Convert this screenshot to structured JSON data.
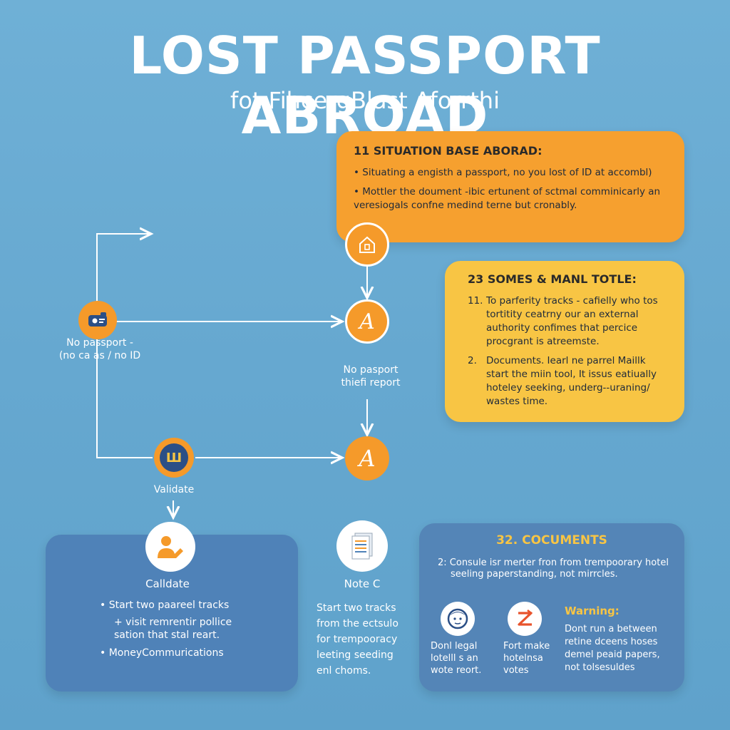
{
  "header": {
    "title": "LOST PASSPORT ABROAD",
    "subtitle": "fot FihcergBlast Aforrthi"
  },
  "situation_card": {
    "heading": "11 SITUATION BASE ABORAD:",
    "bullets": [
      "• Situating a engisth a passport, no you lost of ID at accombl)",
      "• Mottler the doument -ibic ertunent of sctmal comminicarly an veresiogals confne medind terne but cronably."
    ]
  },
  "tools_card": {
    "heading": "23 SOMES & MANL TOTLE:",
    "items": [
      {
        "num": "11.",
        "text": "To parferity tracks - cafielly who tos tortitity ceatrny our an external authority confimes that percice procgrant is atreemste."
      },
      {
        "num": "2.",
        "text": "Documents. Iearl ne parrel Maillk start the miin tool, It issus eatiually hoteley seeking, underg--uraning/ wastes time."
      }
    ]
  },
  "flow": {
    "no_passport_label_line1": "No passport -",
    "no_passport_label_line2": "(no ca as / no ID",
    "theft_report_line1": "No pasport",
    "theft_report_line2": "thiefi report",
    "validate_label": "Validate",
    "icon_a1": "A",
    "icon_a2": "A",
    "stamp_icon_text": "Ш"
  },
  "left_card": {
    "title": "Calldate",
    "items": [
      "• Start two paareel tracks",
      "+ visit remrentir pollice sation that stal reart.",
      "• MoneyCommurications"
    ]
  },
  "note_c": {
    "title": "Note C",
    "lines": [
      "Start two tracks",
      "from the ectsulo",
      "for trempooracy",
      "leeting seeding",
      "enl choms."
    ]
  },
  "documents_card": {
    "heading": "32. COCUMENTS",
    "line1": "2: Consule isr merter fron from trempoorary hotel",
    "line2": "seeling paperstanding, not mirrcles.",
    "col1_line1": "Donl legal",
    "col1_line2": "lotelll s an",
    "col1_line3": "wote reort.",
    "col2_line1": "Fort make",
    "col2_line2": "hotelnsa",
    "col2_line3": "votes",
    "warning_label": "Warning:",
    "warning_line1": "Dont run a between",
    "warning_line2": "retine dceens hoses",
    "warning_line3": "demel peaid papers,",
    "warning_line4": "not tolsesuldes"
  },
  "colors": {
    "background": "#66a8d0",
    "orange": "#f6a02f",
    "yellow": "#f8c544",
    "blue_card": "#4f82b8",
    "heading_gold": "#f8c544"
  },
  "icons": [
    "house-icon",
    "id-card-icon",
    "letter-a-icon",
    "stamp-icon",
    "person-icon",
    "document-icon",
    "face-icon",
    "z-arrow-icon"
  ]
}
